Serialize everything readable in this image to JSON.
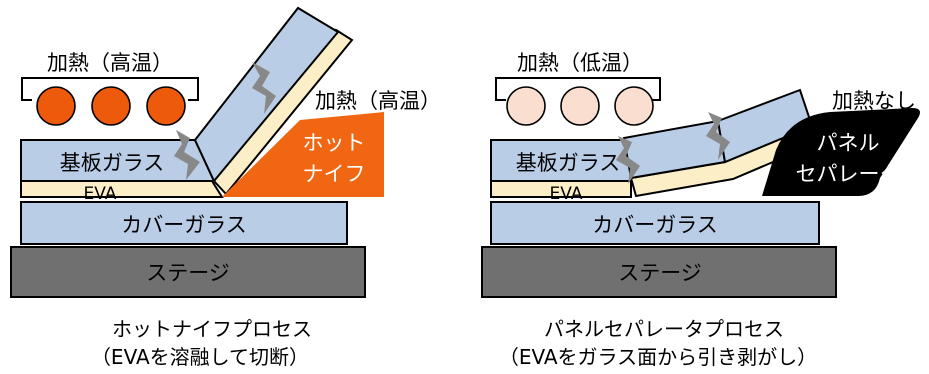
{
  "left": {
    "heat_label": "加熱（高温）",
    "heat_label2": "加熱（高温）",
    "substrate_label": "基板ガラス",
    "eva_label": "EVA",
    "cover_label": "カバーガラス",
    "stage_label": "ステージ",
    "tool_line1": "ホット",
    "tool_line2": "ナイフ",
    "caption_line1": "ホットナイフプロセス",
    "caption_line2": "（EVAを溶融して切断）"
  },
  "right": {
    "heat_label": "加熱（低温）",
    "heat_label2": "加熱なし",
    "substrate_label": "基板ガラス",
    "eva_label": "EVA",
    "cover_label": "カバーガラス",
    "stage_label": "ステージ",
    "tool_line1": "パネル",
    "tool_line2": "セパレータ",
    "caption_line1": "パネルセパレータプロセス",
    "caption_line2": "（EVAをガラス面から引き剥がし）"
  },
  "colors": {
    "glass": "#b9cde6",
    "eva": "#fcefc7",
    "stage": "#707070",
    "heater_hot": "#ee5a0c",
    "heater_low": "#fadfd0",
    "knife": "#f06613",
    "separator": "#000000",
    "crack": "#888888"
  }
}
